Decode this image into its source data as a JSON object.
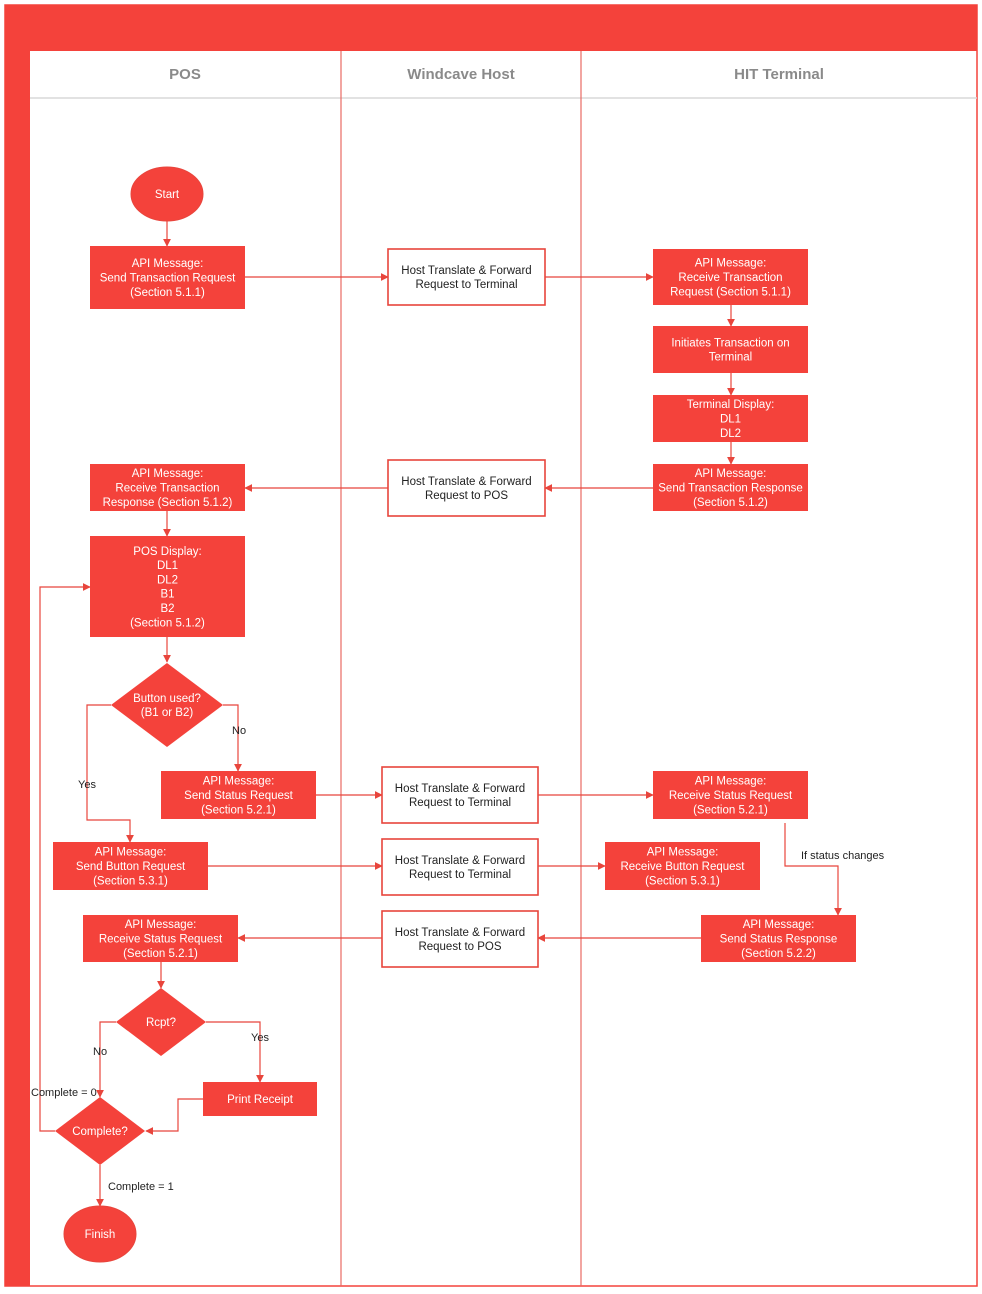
{
  "lanes": {
    "pos": "POS",
    "host": "Windcave Host",
    "terminal": "HIT Terminal"
  },
  "colors": {
    "accent": "#f4423b",
    "line": "#e8453c",
    "header_bar": "#f4423b"
  },
  "nodes": {
    "start": [
      "Start"
    ],
    "pos_send_tx": [
      "API Message:",
      "Send Transaction Request",
      "(Section 5.1.1)"
    ],
    "host_fwd_1": [
      "Host Translate & Forward",
      "Request to Terminal"
    ],
    "term_recv_tx": [
      "API Message:",
      "Receive Transaction",
      "Request (Section 5.1.1)"
    ],
    "term_initiate": [
      "Initiates Transaction on",
      "Terminal"
    ],
    "term_display": [
      "Terminal Display:",
      "DL1",
      "DL2"
    ],
    "term_send_resp": [
      "API Message:",
      "Send Transaction Response",
      "(Section 5.1.2)"
    ],
    "host_fwd_pos_1": [
      "Host Translate & Forward",
      "Request to POS"
    ],
    "pos_recv_resp": [
      "API Message:",
      "Receive Transaction",
      "Response (Section 5.1.2)"
    ],
    "pos_display": [
      "POS Display:",
      "DL1",
      "DL2",
      "B1",
      "B2",
      "(Section 5.1.2)"
    ],
    "button_used": [
      "Button used?",
      "(B1 or B2)"
    ],
    "pos_send_status": [
      "API Message:",
      "Send Status Request",
      "(Section 5.2.1)"
    ],
    "host_fwd_2": [
      "Host Translate & Forward",
      "Request to Terminal"
    ],
    "term_recv_status": [
      "API Message:",
      "Receive Status Request",
      "(Section 5.2.1)"
    ],
    "pos_send_button": [
      "API Message:",
      "Send Button Request",
      "(Section 5.3.1)"
    ],
    "host_fwd_3": [
      "Host Translate & Forward",
      "Request to Terminal"
    ],
    "term_recv_button": [
      "API Message:",
      "Receive Button Request",
      "(Section 5.3.1)"
    ],
    "term_send_status": [
      "API Message:",
      "Send Status Response",
      "(Section 5.2.2)"
    ],
    "host_fwd_pos_2": [
      "Host Translate & Forward",
      "Request to POS"
    ],
    "pos_recv_status": [
      "API Message:",
      "Receive Status Request",
      "(Section 5.2.1)"
    ],
    "rcpt": [
      "Rcpt?"
    ],
    "print_receipt": [
      "Print Receipt"
    ],
    "complete": [
      "Complete?"
    ],
    "finish": [
      "Finish"
    ]
  },
  "edge_labels": {
    "no_1": "No",
    "yes_1": "Yes",
    "if_status_changes": "If status changes",
    "no_2": "No",
    "yes_2": "Yes",
    "complete_0": "Complete = 0",
    "complete_1": "Complete = 1"
  }
}
